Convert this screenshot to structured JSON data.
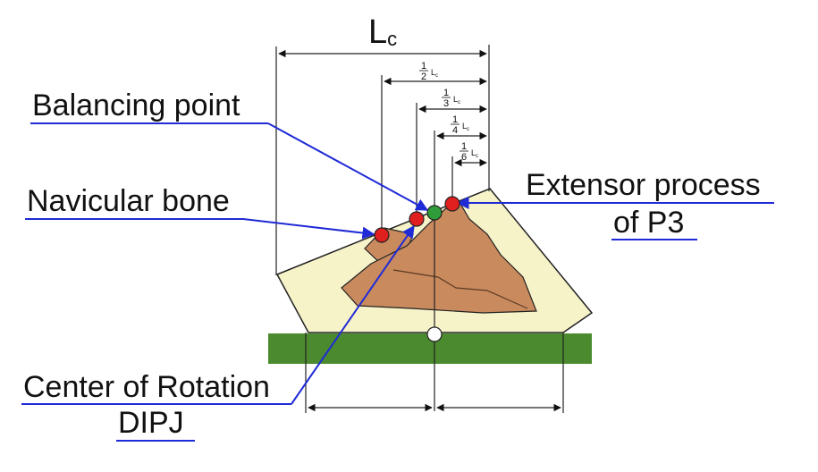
{
  "labels": {
    "lc_main": "L",
    "lc_sub": "c",
    "balancing_point": "Balancing point",
    "navicular_bone": "Navicular bone",
    "extensor_line1": "Extensor process",
    "extensor_line2": "of P3",
    "center_line1": "Center of Rotation",
    "center_line2": "DIPJ"
  },
  "fractions": [
    {
      "num": "1",
      "den": "2",
      "unit": "L",
      "sub": "c"
    },
    {
      "num": "1",
      "den": "3",
      "unit": "L",
      "sub": "c"
    },
    {
      "num": "1",
      "den": "4",
      "unit": "L",
      "sub": "c"
    },
    {
      "num": "1",
      "den": "6",
      "unit": "L",
      "sub": "c"
    }
  ],
  "colors": {
    "hoof_fill": "#f7f3c9",
    "bone_fill": "#c98a5e",
    "ground": "#4c8a2f",
    "pointer": "#1f2bd6",
    "marker_red": "#e01f1f",
    "marker_green": "#2f9e3a"
  }
}
